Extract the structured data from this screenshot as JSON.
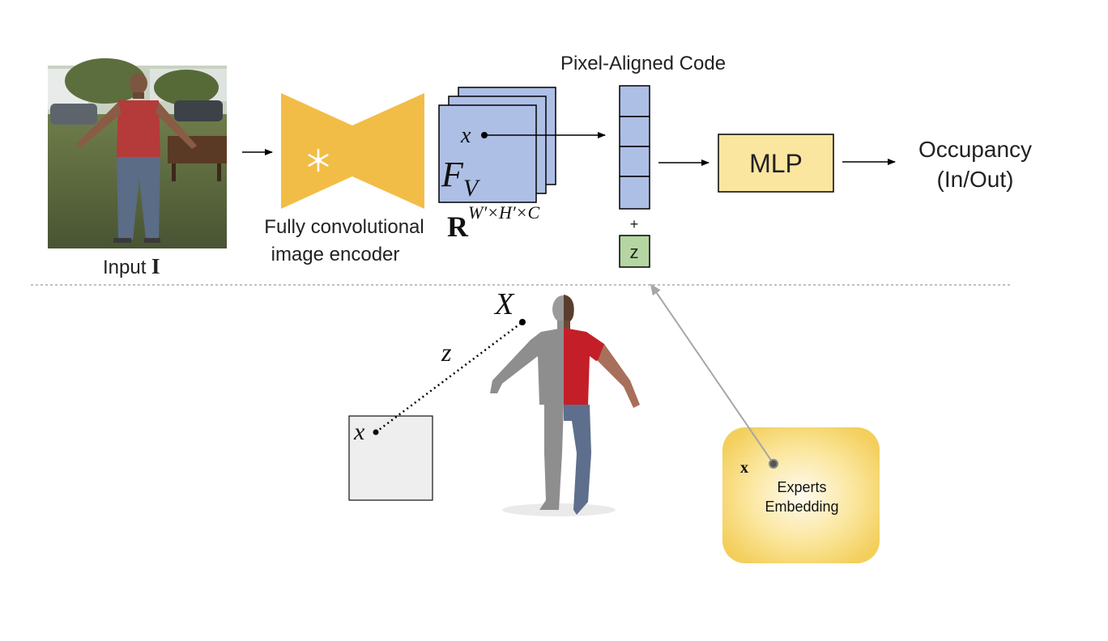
{
  "input_label": {
    "text": "Input ",
    "symbol": "I"
  },
  "encoder_label": {
    "line1": "Fully convolutional",
    "line2": "image encoder",
    "icon": "snowflake-icon"
  },
  "feature_map": {
    "symbol_main": "F",
    "symbol_sub": "V",
    "point_label": "x",
    "space_base": "R",
    "space_exp": "W′×H′×C"
  },
  "code_title": "Pixel-Aligned Code",
  "code_plus": "+",
  "code_z": "z",
  "mlp_label": "MLP",
  "output_label": {
    "line1": "Occupancy",
    "line2": "(In/Out)"
  },
  "projection": {
    "point_3d": "X",
    "depth_label": "z",
    "point_2d": "x"
  },
  "experts": {
    "point_label": "x",
    "line1": "Experts",
    "line2": "Embedding"
  },
  "colors": {
    "encoder": "#f2bd47",
    "feature_map": "#aebfe6",
    "code_cell": "#aebfe6",
    "z_cell": "#b5d6a3",
    "mlp": "#fbe6a0",
    "experts_box": "#f5d36b",
    "arrow": "#000000",
    "experts_arrow": "#a6a6a6",
    "divider": "#9a9a9a"
  }
}
